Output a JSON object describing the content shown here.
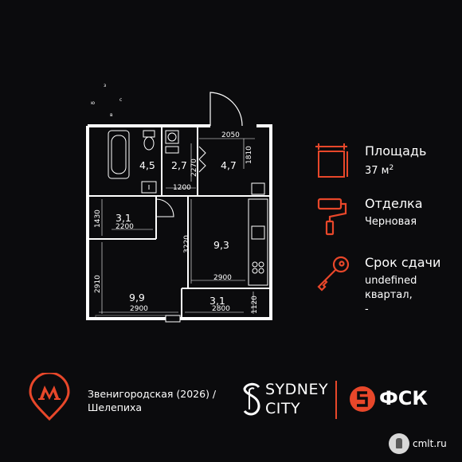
{
  "plan": {
    "compass": [
      "з",
      "ю",
      "с",
      "в"
    ],
    "rooms": [
      {
        "id": "bathroom",
        "area": "4,5"
      },
      {
        "id": "wc",
        "area": "2,7"
      },
      {
        "id": "hall-top",
        "area": "4,7"
      },
      {
        "id": "corridor",
        "area": "3,1"
      },
      {
        "id": "kitchen",
        "area": "9,3"
      },
      {
        "id": "bedroom",
        "area": "9,9"
      },
      {
        "id": "balcony",
        "area": "3,1"
      }
    ],
    "dimensions": {
      "d2050": "2050",
      "d1810": "1810",
      "d2270": "2270",
      "d1200": "1200",
      "d1430": "1430",
      "d2200": "2200",
      "d3220": "3220",
      "d2900_kitchen": "2900",
      "d2910": "2910",
      "d2900_bedroom": "2900",
      "d2800": "2800",
      "d1120": "1120"
    }
  },
  "info": {
    "area": {
      "label": "Площадь",
      "value": "37 м",
      "unit_sup": "2"
    },
    "finish": {
      "label": "Отделка",
      "value": "Черновая"
    },
    "delivery": {
      "label": "Срок сдачи",
      "value_lines": [
        "undefined",
        "квартал,",
        "-"
      ]
    }
  },
  "footer": {
    "metro_lines": [
      "Звенигородская (2026) /",
      "Шелепиха"
    ],
    "sydney_lines": [
      "SYDNEY",
      "CITY"
    ],
    "fsk": "ФСК",
    "watermark": "cmlt.ru"
  },
  "colors": {
    "accent": "#e8472a",
    "background": "#0b0b0d",
    "text": "#ffffff",
    "wall": "#ffffff"
  }
}
